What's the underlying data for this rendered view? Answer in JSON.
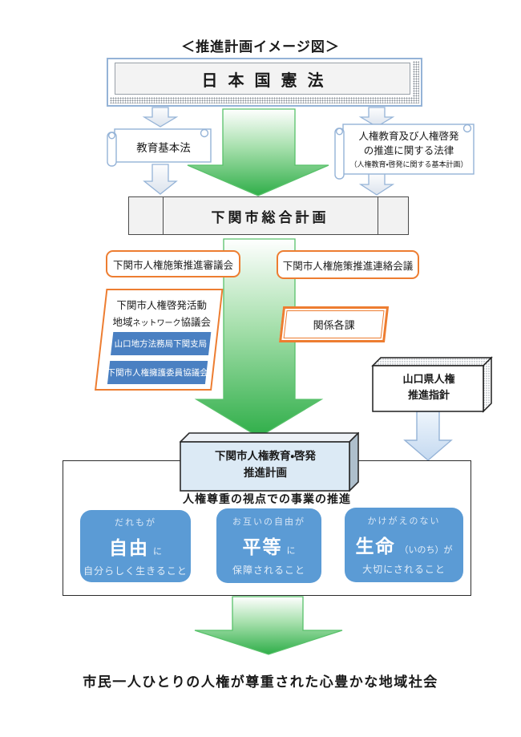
{
  "title": "＜推進計画イメージ図＞",
  "colors": {
    "accent_orange": "#ED7D31",
    "parallelogram_blue": "#4A80C2",
    "value_box_blue": "#5B9BD5",
    "arrow_green": "#2FAE49",
    "outline_light_blue": "#95B3D7"
  },
  "nodes": {
    "constitution": "日本国憲法",
    "education_act": "教育基本法",
    "hr_act": {
      "line1": "人権教育及び人権啓発",
      "line2": "の推進に関する法律",
      "line3": "（人権教育・啓発に関する基本計画）"
    },
    "city_master_plan": "下関市総合計画",
    "council": "下関市人権施策推進審議会",
    "liaison_conference": "下関市人権施策推進連絡会議",
    "network_council": {
      "line1": "下関市人権啓発活動",
      "line2_pre": "地域",
      "line2_kana": "ネットワーク",
      "line2_post": "協議会"
    },
    "legal_bureau": "山口地方法務局下関支局",
    "protection_committee": "下関市人権擁護委員協議会",
    "related_departments": "関係各課",
    "pref_guideline": {
      "line1": "山口県人権",
      "line2": "推進指針"
    },
    "city_hr_plan": {
      "line1": "下関市人権教育・啓発",
      "line2": "推進計画"
    },
    "promotion_caption": "人権尊重の視点での事業の推進",
    "value_boxes": [
      {
        "top": "だれもが",
        "main": "自由",
        "tail": "に",
        "bottom": "自分らしく生きること"
      },
      {
        "top": "お互いの自由が",
        "main": "平等",
        "tail": "に",
        "bottom": "保障されること"
      },
      {
        "top": "かけがえのない",
        "main": "生命",
        "tail": "（いのち）が",
        "bottom": "大切にされること"
      }
    ],
    "goal": "市民一人ひとりの人権が尊重された心豊かな地域社会"
  }
}
